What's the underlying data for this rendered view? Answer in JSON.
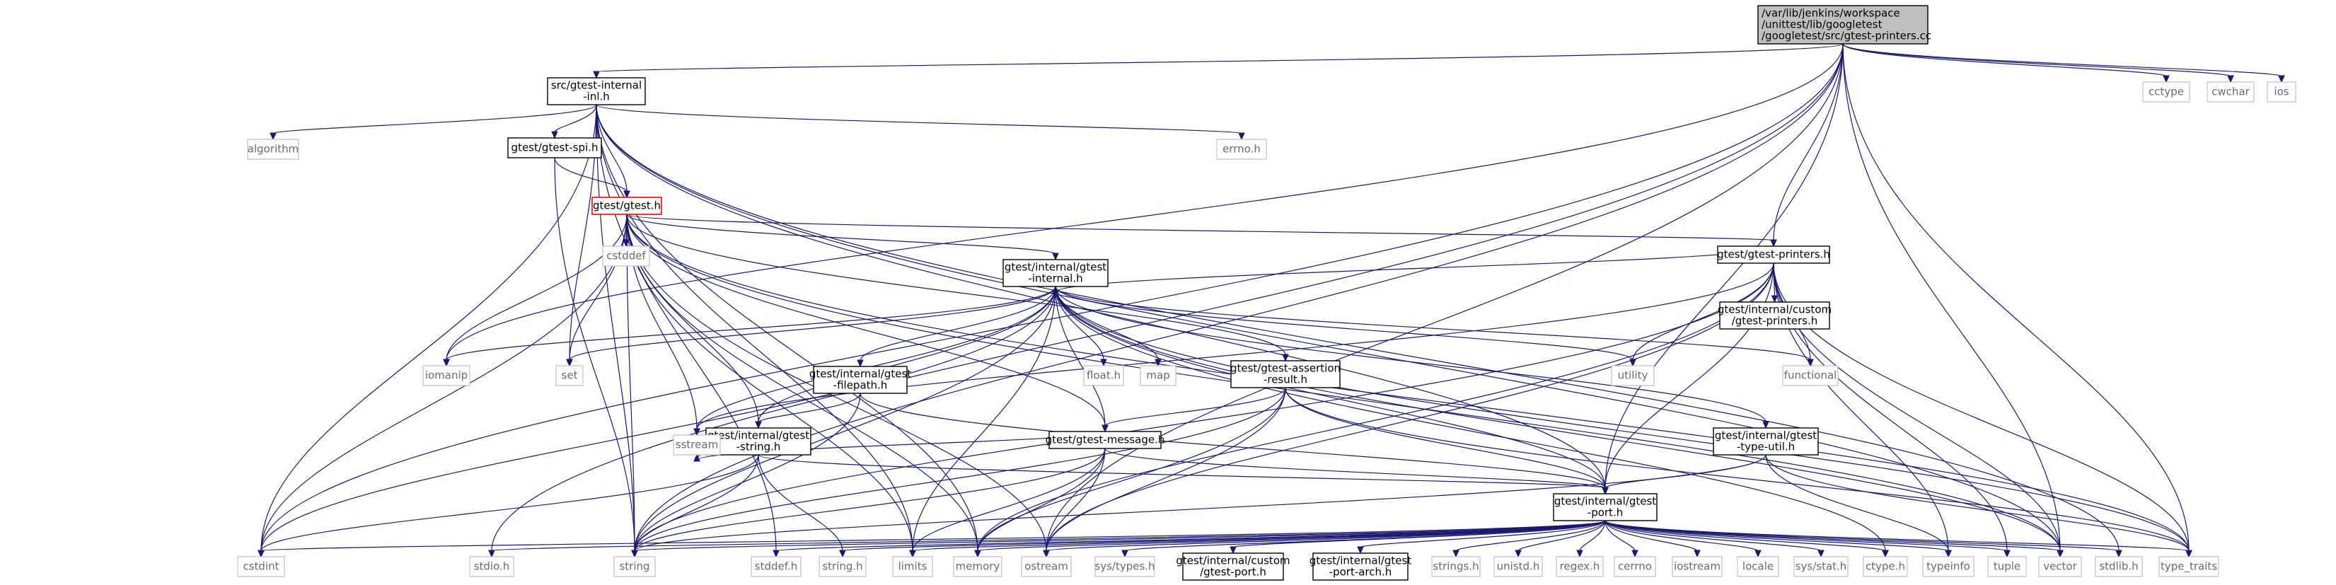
{
  "graph": {
    "nodes": [
      {
        "id": "root",
        "lines": [
          "/var/lib/jenkins/workspace",
          "/unittest/lib/googletest",
          "/googletest/src/gtest-printers.cc"
        ],
        "kind": "root"
      },
      {
        "id": "inl",
        "lines": [
          "src/gtest-internal",
          "-inl.h"
        ],
        "kind": "proj"
      },
      {
        "id": "spi",
        "lines": [
          "gtest/gtest-spi.h"
        ],
        "kind": "proj"
      },
      {
        "id": "gtest",
        "lines": [
          "gtest/gtest.h"
        ],
        "kind": "hl"
      },
      {
        "id": "printers",
        "lines": [
          "gtest/gtest-printers.h"
        ],
        "kind": "proj"
      },
      {
        "id": "custom_printers",
        "lines": [
          "gtest/internal/custom",
          "/gtest-printers.h"
        ],
        "kind": "proj"
      },
      {
        "id": "ginternal",
        "lines": [
          "gtest/internal/gtest",
          "-internal.h"
        ],
        "kind": "proj"
      },
      {
        "id": "filepath",
        "lines": [
          "gtest/internal/gtest",
          "-filepath.h"
        ],
        "kind": "proj"
      },
      {
        "id": "assertion",
        "lines": [
          "gtest/gtest-assertion",
          "-result.h"
        ],
        "kind": "proj"
      },
      {
        "id": "gstring",
        "lines": [
          "gtest/internal/gtest",
          "-string.h"
        ],
        "kind": "proj"
      },
      {
        "id": "message",
        "lines": [
          "gtest/gtest-message.h"
        ],
        "kind": "proj"
      },
      {
        "id": "typeutil",
        "lines": [
          "gtest/internal/gtest",
          "-type-util.h"
        ],
        "kind": "proj"
      },
      {
        "id": "port",
        "lines": [
          "gtest/internal/gtest",
          "-port.h"
        ],
        "kind": "proj"
      },
      {
        "id": "custom_port",
        "lines": [
          "gtest/internal/custom",
          "/gtest-port.h"
        ],
        "kind": "proj"
      },
      {
        "id": "port_arch",
        "lines": [
          "gtest/internal/gtest",
          "-port-arch.h"
        ],
        "kind": "proj"
      },
      {
        "id": "cctype",
        "lines": [
          "cctype"
        ],
        "kind": "sys"
      },
      {
        "id": "cwchar",
        "lines": [
          "cwchar"
        ],
        "kind": "sys"
      },
      {
        "id": "ios",
        "lines": [
          "ios"
        ],
        "kind": "sys"
      },
      {
        "id": "algorithm",
        "lines": [
          "algorithm"
        ],
        "kind": "sys"
      },
      {
        "id": "errno_h",
        "lines": [
          "errno.h"
        ],
        "kind": "sys"
      },
      {
        "id": "cstddef",
        "lines": [
          "cstddef"
        ],
        "kind": "sys"
      },
      {
        "id": "iomanip",
        "lines": [
          "iomanip"
        ],
        "kind": "sys"
      },
      {
        "id": "set",
        "lines": [
          "set"
        ],
        "kind": "sys"
      },
      {
        "id": "float_h",
        "lines": [
          "float.h"
        ],
        "kind": "sys"
      },
      {
        "id": "map",
        "lines": [
          "map"
        ],
        "kind": "sys"
      },
      {
        "id": "utility",
        "lines": [
          "utility"
        ],
        "kind": "sys"
      },
      {
        "id": "functional",
        "lines": [
          "functional"
        ],
        "kind": "sys"
      },
      {
        "id": "sstream",
        "lines": [
          "sstream"
        ],
        "kind": "sys"
      },
      {
        "id": "cstdint",
        "lines": [
          "cstdint"
        ],
        "kind": "sys"
      },
      {
        "id": "stdio_h",
        "lines": [
          "stdio.h"
        ],
        "kind": "sys"
      },
      {
        "id": "string",
        "lines": [
          "string"
        ],
        "kind": "sys"
      },
      {
        "id": "stddef_h",
        "lines": [
          "stddef.h"
        ],
        "kind": "sys"
      },
      {
        "id": "string_h",
        "lines": [
          "string.h"
        ],
        "kind": "sys"
      },
      {
        "id": "limits",
        "lines": [
          "limits"
        ],
        "kind": "sys"
      },
      {
        "id": "memory",
        "lines": [
          "memory"
        ],
        "kind": "sys"
      },
      {
        "id": "ostream",
        "lines": [
          "ostream"
        ],
        "kind": "sys"
      },
      {
        "id": "sys_types",
        "lines": [
          "sys/types.h"
        ],
        "kind": "sys"
      },
      {
        "id": "strings_h",
        "lines": [
          "strings.h"
        ],
        "kind": "sys"
      },
      {
        "id": "unistd_h",
        "lines": [
          "unistd.h"
        ],
        "kind": "sys"
      },
      {
        "id": "regex_h",
        "lines": [
          "regex.h"
        ],
        "kind": "sys"
      },
      {
        "id": "cerrno",
        "lines": [
          "cerrno"
        ],
        "kind": "sys"
      },
      {
        "id": "iostream",
        "lines": [
          "iostream"
        ],
        "kind": "sys"
      },
      {
        "id": "locale",
        "lines": [
          "locale"
        ],
        "kind": "sys"
      },
      {
        "id": "sys_stat",
        "lines": [
          "sys/stat.h"
        ],
        "kind": "sys"
      },
      {
        "id": "ctype_h",
        "lines": [
          "ctype.h"
        ],
        "kind": "sys"
      },
      {
        "id": "typeinfo",
        "lines": [
          "typeinfo"
        ],
        "kind": "sys"
      },
      {
        "id": "tuple",
        "lines": [
          "tuple"
        ],
        "kind": "sys"
      },
      {
        "id": "vector",
        "lines": [
          "vector"
        ],
        "kind": "sys"
      },
      {
        "id": "stdlib_h",
        "lines": [
          "stdlib.h"
        ],
        "kind": "sys"
      },
      {
        "id": "type_traits",
        "lines": [
          "type_traits"
        ],
        "kind": "sys"
      }
    ],
    "edges": [
      [
        "root",
        "inl"
      ],
      [
        "root",
        "printers"
      ],
      [
        "root",
        "port"
      ],
      [
        "root",
        "cctype"
      ],
      [
        "root",
        "cwchar"
      ],
      [
        "root",
        "ios"
      ],
      [
        "root",
        "type_traits"
      ],
      [
        "root",
        "cstdint"
      ],
      [
        "root",
        "stdio_h"
      ],
      [
        "root",
        "string"
      ],
      [
        "root",
        "iomanip"
      ],
      [
        "root",
        "ostream"
      ],
      [
        "root",
        "vector"
      ],
      [
        "inl",
        "spi"
      ],
      [
        "inl",
        "gtest"
      ],
      [
        "inl",
        "algorithm"
      ],
      [
        "inl",
        "errno_h"
      ],
      [
        "inl",
        "set"
      ],
      [
        "inl",
        "port"
      ],
      [
        "inl",
        "cstdint"
      ],
      [
        "inl",
        "string"
      ],
      [
        "inl",
        "stddef_h"
      ],
      [
        "inl",
        "memory"
      ],
      [
        "inl",
        "limits"
      ],
      [
        "inl",
        "vector"
      ],
      [
        "inl",
        "stdlib_h"
      ],
      [
        "spi",
        "gtest"
      ],
      [
        "spi",
        "string"
      ],
      [
        "gtest",
        "cstddef"
      ],
      [
        "gtest",
        "iomanip"
      ],
      [
        "gtest",
        "set"
      ],
      [
        "gtest",
        "printers"
      ],
      [
        "gtest",
        "ginternal"
      ],
      [
        "gtest",
        "message"
      ],
      [
        "gtest",
        "assertion"
      ],
      [
        "gtest",
        "gstring"
      ],
      [
        "gtest",
        "sstream"
      ],
      [
        "gtest",
        "cstdint"
      ],
      [
        "gtest",
        "string"
      ],
      [
        "gtest",
        "limits"
      ],
      [
        "gtest",
        "memory"
      ],
      [
        "gtest",
        "ostream"
      ],
      [
        "gtest",
        "vector"
      ],
      [
        "gtest",
        "type_traits"
      ],
      [
        "printers",
        "custom_printers"
      ],
      [
        "printers",
        "ginternal"
      ],
      [
        "printers",
        "port"
      ],
      [
        "printers",
        "utility"
      ],
      [
        "printers",
        "functional"
      ],
      [
        "printers",
        "string"
      ],
      [
        "printers",
        "memory"
      ],
      [
        "printers",
        "ostream"
      ],
      [
        "printers",
        "sstream"
      ],
      [
        "printers",
        "tuple"
      ],
      [
        "printers",
        "typeinfo"
      ],
      [
        "printers",
        "vector"
      ],
      [
        "printers",
        "type_traits"
      ],
      [
        "ginternal",
        "filepath"
      ],
      [
        "ginternal",
        "gstring"
      ],
      [
        "ginternal",
        "message"
      ],
      [
        "ginternal",
        "typeutil"
      ],
      [
        "ginternal",
        "port"
      ],
      [
        "ginternal",
        "iomanip"
      ],
      [
        "ginternal",
        "set"
      ],
      [
        "ginternal",
        "float_h"
      ],
      [
        "ginternal",
        "map"
      ],
      [
        "ginternal",
        "utility"
      ],
      [
        "ginternal",
        "functional"
      ],
      [
        "ginternal",
        "sstream"
      ],
      [
        "ginternal",
        "string"
      ],
      [
        "ginternal",
        "limits"
      ],
      [
        "ginternal",
        "cstdint"
      ],
      [
        "ginternal",
        "ctype_h"
      ],
      [
        "ginternal",
        "vector"
      ],
      [
        "ginternal",
        "type_traits"
      ],
      [
        "filepath",
        "gstring"
      ],
      [
        "filepath",
        "port"
      ],
      [
        "filepath",
        "string"
      ],
      [
        "assertion",
        "message"
      ],
      [
        "assertion",
        "port"
      ],
      [
        "assertion",
        "string"
      ],
      [
        "assertion",
        "memory"
      ],
      [
        "assertion",
        "ostream"
      ],
      [
        "assertion",
        "type_traits"
      ],
      [
        "gstring",
        "port"
      ],
      [
        "gstring",
        "sstream"
      ],
      [
        "gstring",
        "string"
      ],
      [
        "gstring",
        "string_h"
      ],
      [
        "gstring",
        "cstdint"
      ],
      [
        "message",
        "port"
      ],
      [
        "message",
        "sstream"
      ],
      [
        "message",
        "string"
      ],
      [
        "message",
        "limits"
      ],
      [
        "message",
        "memory"
      ],
      [
        "message",
        "ostream"
      ],
      [
        "typeutil",
        "port"
      ],
      [
        "typeutil",
        "string"
      ],
      [
        "typeutil",
        "typeinfo"
      ],
      [
        "typeutil",
        "type_traits"
      ],
      [
        "port",
        "custom_port"
      ],
      [
        "port",
        "port_arch"
      ],
      [
        "port",
        "cstdint"
      ],
      [
        "port",
        "stdio_h"
      ],
      [
        "port",
        "string"
      ],
      [
        "port",
        "stddef_h"
      ],
      [
        "port",
        "string_h"
      ],
      [
        "port",
        "limits"
      ],
      [
        "port",
        "memory"
      ],
      [
        "port",
        "ostream"
      ],
      [
        "port",
        "sys_types"
      ],
      [
        "port",
        "strings_h"
      ],
      [
        "port",
        "unistd_h"
      ],
      [
        "port",
        "regex_h"
      ],
      [
        "port",
        "cerrno"
      ],
      [
        "port",
        "iostream"
      ],
      [
        "port",
        "locale"
      ],
      [
        "port",
        "sys_stat"
      ],
      [
        "port",
        "ctype_h"
      ],
      [
        "port",
        "typeinfo"
      ],
      [
        "port",
        "tuple"
      ],
      [
        "port",
        "vector"
      ],
      [
        "port",
        "stdlib_h"
      ],
      [
        "port",
        "type_traits"
      ]
    ]
  }
}
